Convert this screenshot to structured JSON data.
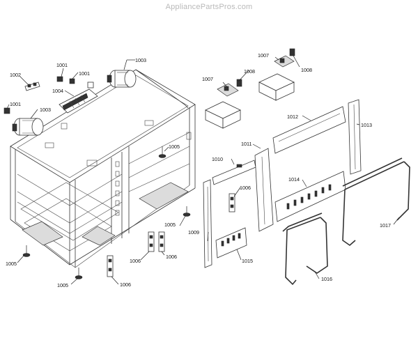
{
  "watermark": "AppliancePartsPros.com",
  "labels": {
    "c1001a": "1001",
    "c1001b": "1001",
    "c1001c": "1001",
    "c1002": "1002",
    "c1003a": "1003",
    "c1003b": "1003",
    "c1004": "1004",
    "c1005a": "1005",
    "c1005b": "1005",
    "c1005c": "1005",
    "c1005d": "1005",
    "c1006a": "1006",
    "c1006b": "1006",
    "c1006c": "1006",
    "c1006d": "1006",
    "c1007a": "1007",
    "c1007b": "1007",
    "c1008a": "1008",
    "c1008b": "1008",
    "c1009": "1009",
    "c1010": "1010",
    "c1011": "1011",
    "c1012": "1012",
    "c1013": "1013",
    "c1014": "1014",
    "c1015": "1015",
    "c1016": "1016",
    "c1017": "1017"
  }
}
